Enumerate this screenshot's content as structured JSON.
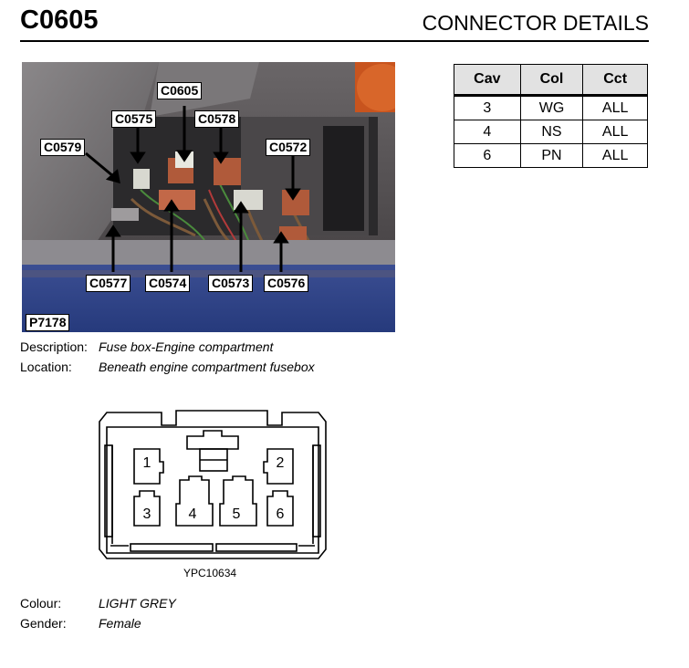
{
  "header": {
    "code": "C0605",
    "title": "CONNECTOR DETAILS"
  },
  "photo": {
    "ref": "P7178",
    "labels": [
      "C0605",
      "C0575",
      "C0578",
      "C0579",
      "C0572",
      "C0577",
      "C0574",
      "C0573",
      "C0576"
    ]
  },
  "table": {
    "headers": [
      "Cav",
      "Col",
      "Cct"
    ],
    "rows": [
      [
        "3",
        "WG",
        "ALL"
      ],
      [
        "4",
        "NS",
        "ALL"
      ],
      [
        "6",
        "PN",
        "ALL"
      ]
    ]
  },
  "details": {
    "description_label": "Description:",
    "description": "Fuse box-Engine compartment",
    "location_label": "Location:",
    "location": "Beneath engine compartment fusebox"
  },
  "connector": {
    "pins": [
      "1",
      "2",
      "3",
      "4",
      "5",
      "6"
    ],
    "part_number": "YPC10634"
  },
  "footer": {
    "colour_label": "Colour:",
    "colour": "LIGHT GREY",
    "gender_label": "Gender:",
    "gender": "Female"
  }
}
